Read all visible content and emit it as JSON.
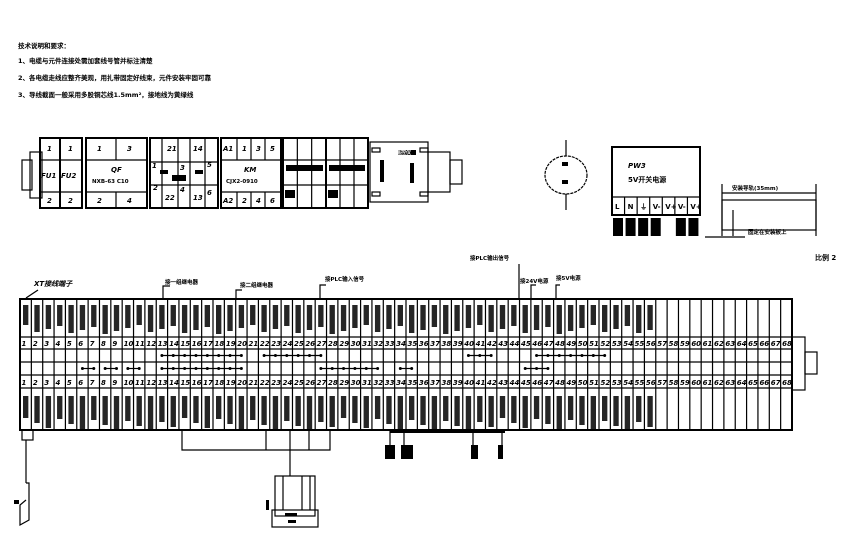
{
  "notes": {
    "title": "技术说明和要求：",
    "items": [
      "1、电缆与元件连接处需加套线号管并标注清楚",
      "2、各电缆走线应整齐美观，用扎带固定好线束，元件安装牢固可靠",
      "3、导线截面一般采用多股铜芯线1.5mm²，接地线为黄绿线"
    ]
  },
  "components": {
    "fu1": "FU1",
    "fu2": "FU2",
    "qf": "QF",
    "qf_model": "NXB-63 C10",
    "km_contacts": [
      "1",
      "3",
      "5",
      "2",
      "4",
      "6",
      "21",
      "22",
      "13",
      "14"
    ],
    "km": "KM",
    "km_model": "CJX2-0910",
    "km_coil": [
      "A1",
      "A2"
    ],
    "fu_terms": [
      "1",
      "1",
      "2",
      "2"
    ],
    "qf_terms": [
      "1",
      "3",
      "2",
      "4"
    ],
    "device_label": "温控仪",
    "pw_title": "PW3",
    "pw_sub": "5V开关电源",
    "pw_terms": [
      "L",
      "N",
      "⏚",
      "V-",
      "V+",
      "V-",
      "V+"
    ],
    "dim_label": "安装导轨(35mm)",
    "dim_note": "固定在安装板上",
    "scale_label": "比例 2"
  },
  "strip": {
    "title": "XT接线端子",
    "terminal_count": 68,
    "callouts": [
      "接一组继电器",
      "接二组继电器",
      "接PLC输入信号",
      "接PLC输出信号",
      "接24V电源",
      "接5V电源"
    ]
  }
}
